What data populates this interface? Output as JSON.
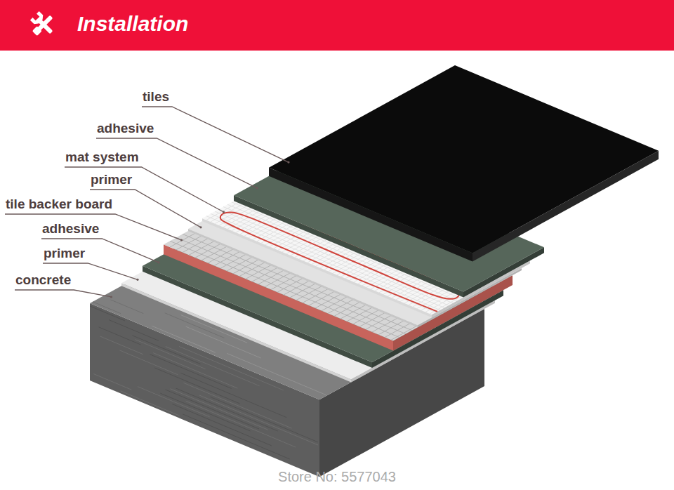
{
  "diagram": {
    "title": "Installation",
    "labels": [
      "tiles",
      "adhesive",
      "mat system",
      "primer",
      "tile backer board",
      "adhesive",
      "primer",
      "concrete",
      "Store No: 5577043"
    ]
  }
}
